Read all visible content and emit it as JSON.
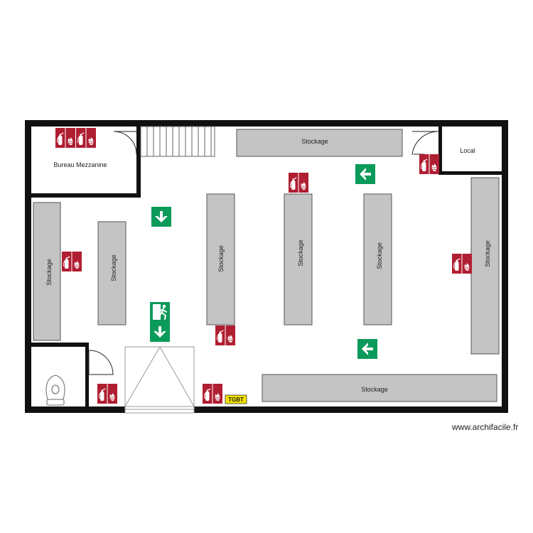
{
  "rooms": {
    "bureau": "Bureau Mezzanine",
    "local": "Local"
  },
  "storage_label": "Stockage",
  "panel_label": "TGBT",
  "credit": "www.archifacile.fr",
  "colors": {
    "wall": "#111111",
    "shelf_fill": "#c4c4c4",
    "shelf_stroke": "#555555",
    "fire_red": "#b01e32",
    "exit_green": "#0a9a5a",
    "panel_yellow": "#f3e200"
  },
  "icons": {
    "extinguisher": "fire-extinguisher-icon",
    "flame": "flame-icon",
    "exit_arrow": "exit-arrow-icon",
    "running_man": "emergency-exit-icon",
    "toilet": "toilet-icon"
  }
}
